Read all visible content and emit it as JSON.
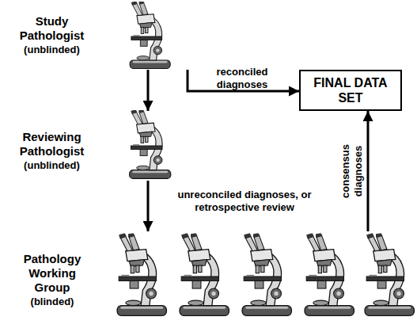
{
  "diagram": {
    "nodes": [
      {
        "text": [
          "Study Pathologist",
          "(unblinded)"
        ]
      },
      {
        "text": [
          "Reviewing Pathologist",
          "(unblinded)"
        ]
      },
      {
        "text": [
          "Pathology Working Group",
          "(blinded)"
        ]
      },
      {
        "text": [
          "FINAL DATA SET"
        ]
      }
    ],
    "edges": [
      {
        "from": 0,
        "to": 1,
        "arrow": "to"
      },
      {
        "from": 0,
        "to": 3,
        "label": "reconciled diagnoses",
        "arrow": "to"
      },
      {
        "from": 1,
        "to": 2,
        "label": "unreconciled diagnoses, or retrospective review",
        "arrow": "to"
      },
      {
        "from": 2,
        "to": 3,
        "label": "consensus diagnoses",
        "arrow": "to"
      }
    ]
  }
}
